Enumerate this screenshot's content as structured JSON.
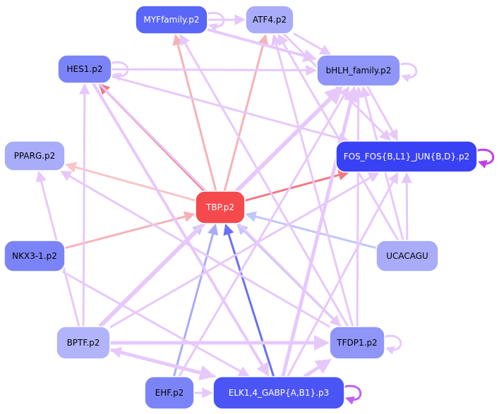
{
  "diagram": {
    "type": "network",
    "nodes": [
      {
        "id": "myf",
        "label": "MYFfamily.p2",
        "fill": "#5966f7",
        "text": "#ffffff"
      },
      {
        "id": "atf4",
        "label": "ATF4.p2",
        "fill": "#a9acf9",
        "text": "#000000"
      },
      {
        "id": "hes1",
        "label": "HES1.p2",
        "fill": "#7b84f7",
        "text": "#000000"
      },
      {
        "id": "bhlh",
        "label": "bHLH_family.p2",
        "fill": "#8f96f8",
        "text": "#000000"
      },
      {
        "id": "pparg",
        "label": "PPARG.p2",
        "fill": "#a9acf9",
        "text": "#000000"
      },
      {
        "id": "fos",
        "label": "FOS_FOS{B,L1}_JUN{B,D}.p2",
        "fill": "#3941f4",
        "text": "#ffffff"
      },
      {
        "id": "tbp",
        "label": "TBP.p2",
        "fill": "#f44a4e",
        "text": "#ffffff"
      },
      {
        "id": "nkx",
        "label": "NKX3-1.p2",
        "fill": "#7b84f7",
        "text": "#000000"
      },
      {
        "id": "ucac",
        "label": "UCACAGU",
        "fill": "#a9acf9",
        "text": "#000000"
      },
      {
        "id": "bptf",
        "label": "BPTF.p2",
        "fill": "#b1b4fa",
        "text": "#000000"
      },
      {
        "id": "tfdp1",
        "label": "TFDP1.p2",
        "fill": "#8f96f8",
        "text": "#000000"
      },
      {
        "id": "ehf",
        "label": "EHF.p2",
        "fill": "#7b84f7",
        "text": "#000000"
      },
      {
        "id": "elk",
        "label": "ELK1,4_GABP{A,B1}.p3",
        "fill": "#4b55f5",
        "text": "#ffffff"
      }
    ],
    "edges": [
      {
        "from": "tbp",
        "to": "hes1",
        "color": "#f07a82",
        "weight": 3
      },
      {
        "from": "tbp",
        "to": "myf",
        "color": "#f6b2b8",
        "weight": 3
      },
      {
        "from": "tbp",
        "to": "atf4",
        "color": "#f6b2b8",
        "weight": 3
      },
      {
        "from": "tbp",
        "to": "bhlh",
        "color": "#f59aa2",
        "weight": 3
      },
      {
        "from": "tbp",
        "to": "fos",
        "color": "#f07a82",
        "weight": 3
      },
      {
        "from": "tbp",
        "to": "pparg",
        "color": "#f8c4c8",
        "weight": 3
      },
      {
        "from": "nkx",
        "to": "tbp",
        "color": "#f6b2b8",
        "weight": 3
      },
      {
        "from": "elk",
        "to": "tbp",
        "color": "#6870f5",
        "weight": 3
      },
      {
        "from": "ehf",
        "to": "tbp",
        "color": "#a9acf9",
        "weight": 3
      },
      {
        "from": "bptf",
        "to": "tbp",
        "color": "#c2c6f9",
        "weight": 3
      },
      {
        "from": "tfdp1",
        "to": "tbp",
        "color": "#c2c6f9",
        "weight": 3
      },
      {
        "from": "ucac",
        "to": "tbp",
        "color": "#c2c6f9",
        "weight": 3
      },
      {
        "from": "hes1",
        "to": "bhlh",
        "color": "#e7c8fb",
        "weight": 3
      },
      {
        "from": "hes1",
        "to": "fos",
        "color": "#e7c8fb",
        "weight": 3
      },
      {
        "from": "hes1",
        "to": "elk",
        "color": "#e7c8fb",
        "weight": 4
      },
      {
        "from": "hes1",
        "to": "tfdp1",
        "color": "#e7c8fb",
        "weight": 3
      },
      {
        "from": "myf",
        "to": "bhlh",
        "color": "#e7c8fb",
        "weight": 4
      },
      {
        "from": "myf",
        "to": "atf4",
        "color": "#e7c8fb",
        "weight": 3
      },
      {
        "from": "atf4",
        "to": "bhlh",
        "color": "#e7c8fb",
        "weight": 3
      },
      {
        "from": "atf4",
        "to": "fos",
        "color": "#e7c8fb",
        "weight": 3
      },
      {
        "from": "bhlh",
        "to": "fos",
        "color": "#e7c8fb",
        "weight": 3
      },
      {
        "from": "ucac",
        "to": "fos",
        "color": "#e7c8fb",
        "weight": 3
      },
      {
        "from": "ucac",
        "to": "bhlh",
        "color": "#e7c8fb",
        "weight": 3
      },
      {
        "from": "ucac",
        "to": "atf4",
        "color": "#e7c8fb",
        "weight": 3
      },
      {
        "from": "bptf",
        "to": "hes1",
        "color": "#e7c8fb",
        "weight": 3
      },
      {
        "from": "bptf",
        "to": "pparg",
        "color": "#e7c8fb",
        "weight": 3
      },
      {
        "from": "bptf",
        "to": "bhlh",
        "color": "#e7c8fb",
        "weight": 6
      },
      {
        "from": "bptf",
        "to": "tfdp1",
        "color": "#e7c8fb",
        "weight": 5
      },
      {
        "from": "bptf",
        "to": "elk",
        "color": "#e7c8fb",
        "weight": 5
      },
      {
        "from": "bptf",
        "to": "fos",
        "color": "#e7c8fb",
        "weight": 3
      },
      {
        "from": "tfdp1",
        "to": "myf",
        "color": "#e7c8fb",
        "weight": 3
      },
      {
        "from": "tfdp1",
        "to": "atf4",
        "color": "#e7c8fb",
        "weight": 3
      },
      {
        "from": "tfdp1",
        "to": "bhlh",
        "color": "#e7c8fb",
        "weight": 3
      },
      {
        "from": "tfdp1",
        "to": "pparg",
        "color": "#e7c8fb",
        "weight": 3
      },
      {
        "from": "elk",
        "to": "bhlh",
        "color": "#e7c8fb",
        "weight": 5
      },
      {
        "from": "elk",
        "to": "tfdp1",
        "color": "#e7c8fb",
        "weight": 5
      },
      {
        "from": "elk",
        "to": "bptf",
        "color": "#e7c8fb",
        "weight": 3
      },
      {
        "from": "elk",
        "to": "fos",
        "color": "#e7c8fb",
        "weight": 3
      },
      {
        "from": "ehf",
        "to": "elk",
        "color": "#e7c8fb",
        "weight": 3
      },
      {
        "from": "ehf",
        "to": "bhlh",
        "color": "#e7c8fb",
        "weight": 3
      },
      {
        "from": "nkx",
        "to": "elk",
        "color": "#e7c8fb",
        "weight": 3
      }
    ],
    "self_loops": [
      {
        "node": "myf",
        "color": "#e7c8fb"
      },
      {
        "node": "hes1",
        "color": "#e7c8fb"
      },
      {
        "node": "bhlh",
        "color": "#e7c8fb"
      },
      {
        "node": "fos",
        "color": "#c040e8"
      },
      {
        "node": "tfdp1",
        "color": "#e7c8fb"
      },
      {
        "node": "elk",
        "color": "#c060f0"
      }
    ]
  }
}
